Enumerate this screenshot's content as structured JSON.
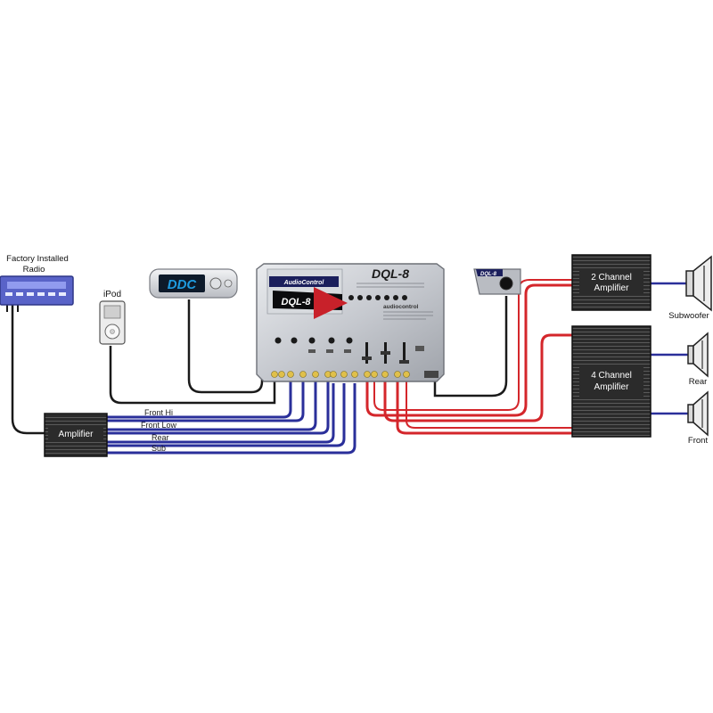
{
  "components": {
    "factory_radio": {
      "label_line1": "Factory Installed",
      "label_line2": "Radio"
    },
    "ipod": {
      "label": "iPod"
    },
    "remote": {
      "display": "DDC"
    },
    "processor": {
      "brand": "AudioControl",
      "model": "DQL-8",
      "badge": "DQL-8",
      "subtitle": "audiocontrol"
    },
    "knob": {
      "label": "DQL-8"
    },
    "input_amplifier": {
      "label": "Amplifier"
    },
    "amp_2ch": {
      "label_line1": "2 Channel",
      "label_line2": "Amplifier"
    },
    "amp_4ch": {
      "label_line1": "4 Channel",
      "label_line2": "Amplifier"
    },
    "speakers": {
      "subwoofer": "Subwoofer",
      "rear": "Rear",
      "front": "Front"
    }
  },
  "signals": [
    {
      "label": "Front Hi"
    },
    {
      "label": "Front Low"
    },
    {
      "label": "Rear"
    },
    {
      "label": "Sub"
    }
  ],
  "colors": {
    "input_cable": "#2a2f9a",
    "output_cable": "#d4262b",
    "control_cable": "#1a1a1a",
    "amplifier_body": "#2b2b2b",
    "processor_body": "#c9ccd2",
    "remote_display": "#1e9be0"
  }
}
